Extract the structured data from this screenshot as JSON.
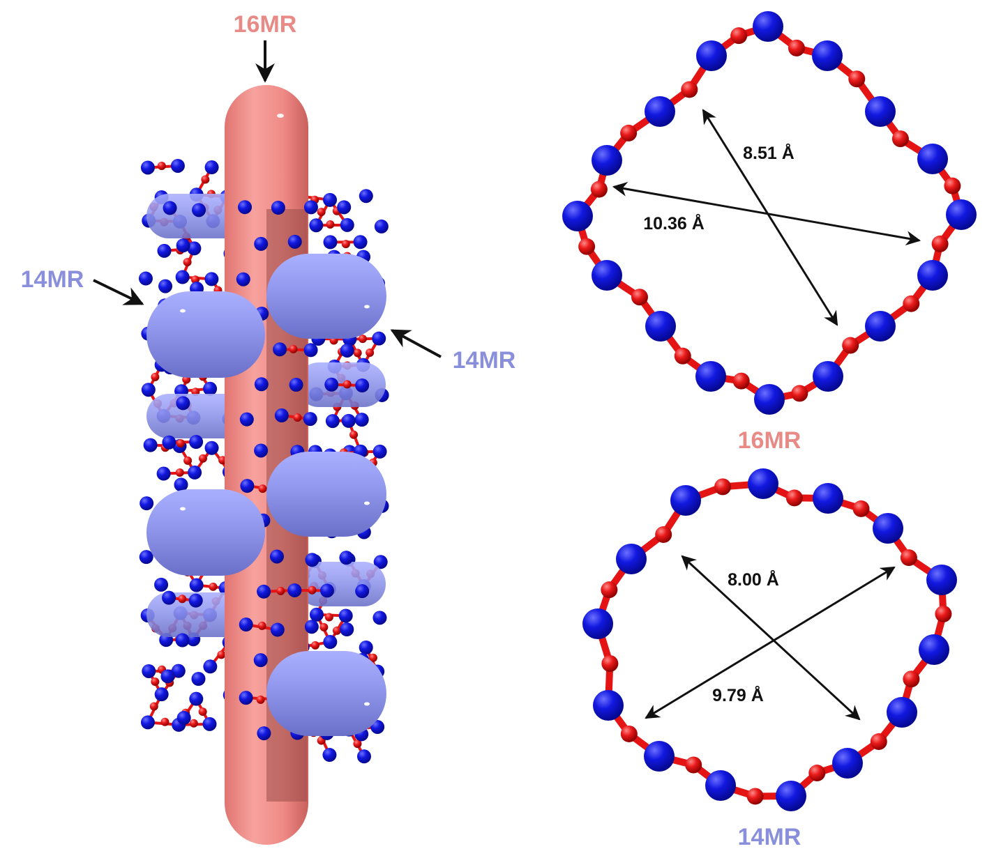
{
  "colors": {
    "channel16": "#f08a86",
    "channel14": "#8c92e6",
    "label16": "#e88a86",
    "label14": "#8a8fdc",
    "atomT": "#0a10d8",
    "atomO": "#e51414",
    "bond": "#e51414",
    "arrow": "#111111"
  },
  "left_panel": {
    "label_16mr_top": "16MR",
    "label_14mr_left": "14MR",
    "label_14mr_right": "14MR"
  },
  "ring_16mr": {
    "title": "16MR",
    "distance_a": "8.51 Å",
    "distance_b": "10.36 Å"
  },
  "ring_14mr": {
    "title": "14MR",
    "distance_a": "8.00 Å",
    "distance_b": "9.79 Å"
  }
}
